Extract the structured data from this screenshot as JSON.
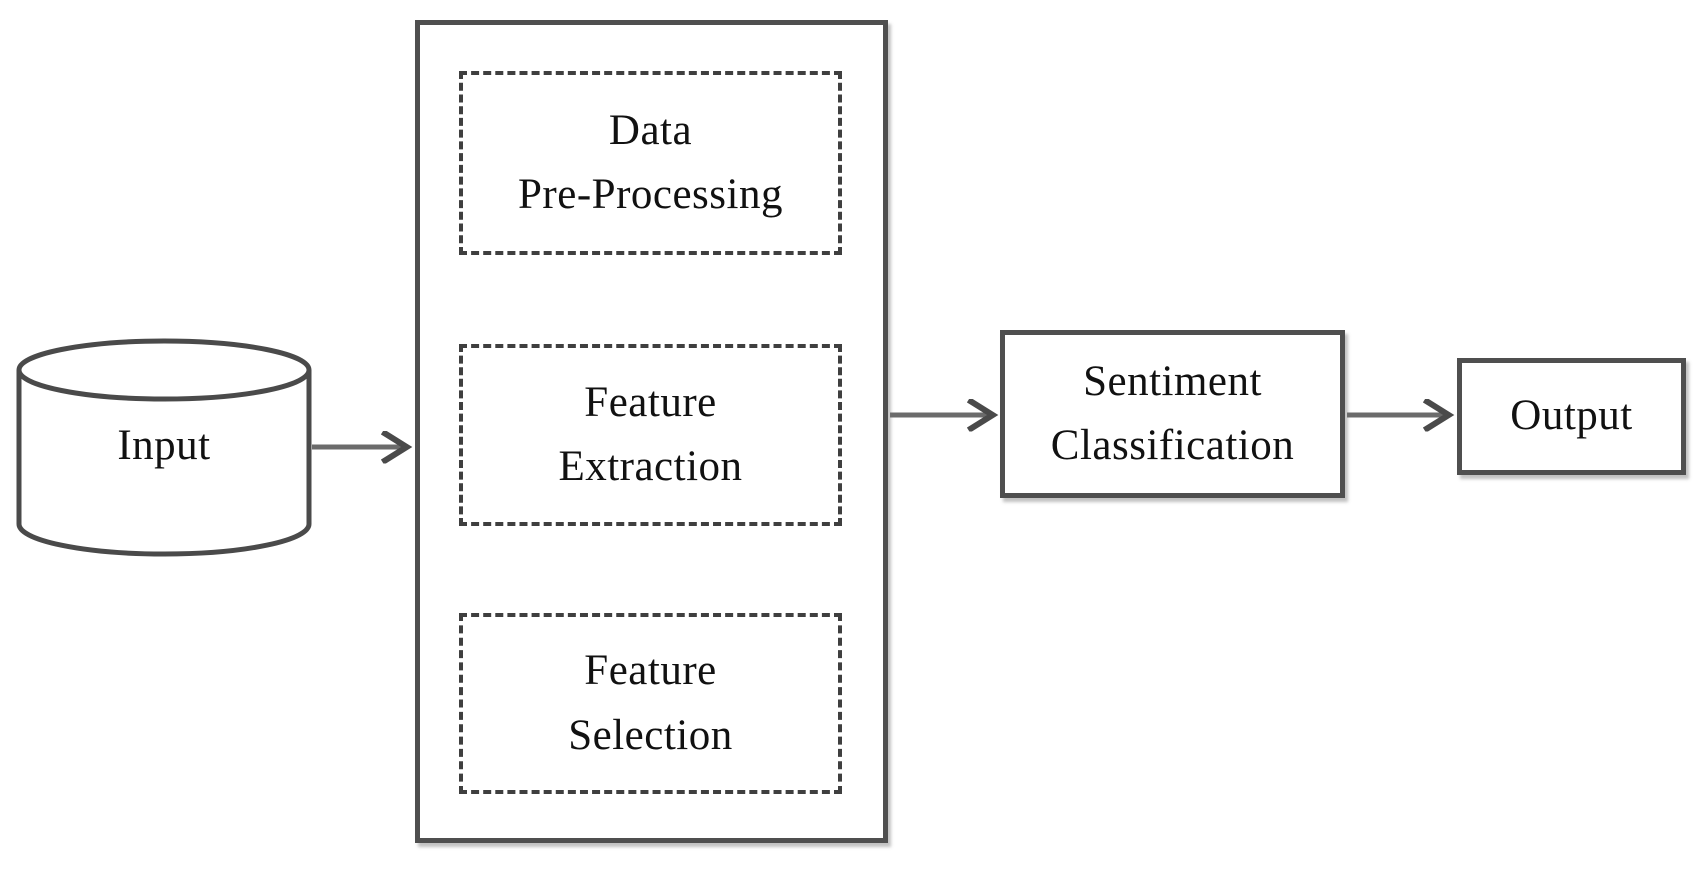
{
  "diagram": {
    "nodes": {
      "input": {
        "label": "Input",
        "shape": "database-cylinder"
      },
      "processing_container": {
        "steps": [
          {
            "line1": "Data",
            "line2": "Pre-Processing"
          },
          {
            "line1": "Feature",
            "line2": "Extraction"
          },
          {
            "line1": "Feature",
            "line2": "Selection"
          }
        ]
      },
      "sentiment": {
        "line1": "Sentiment",
        "line2": "Classification"
      },
      "output": {
        "label": "Output"
      }
    },
    "connectors": [
      {
        "from": "input",
        "to": "processing-container"
      },
      {
        "from": "processing-container",
        "to": "sentiment-classification"
      },
      {
        "from": "sentiment-classification",
        "to": "output"
      }
    ],
    "colors": {
      "border": "#4f4f4f",
      "dashed_border": "#3f3f3f",
      "arrow": "#6b6b6b",
      "arrowhead": "#4a4a4a",
      "text": "#111111",
      "background": "#ffffff"
    }
  }
}
